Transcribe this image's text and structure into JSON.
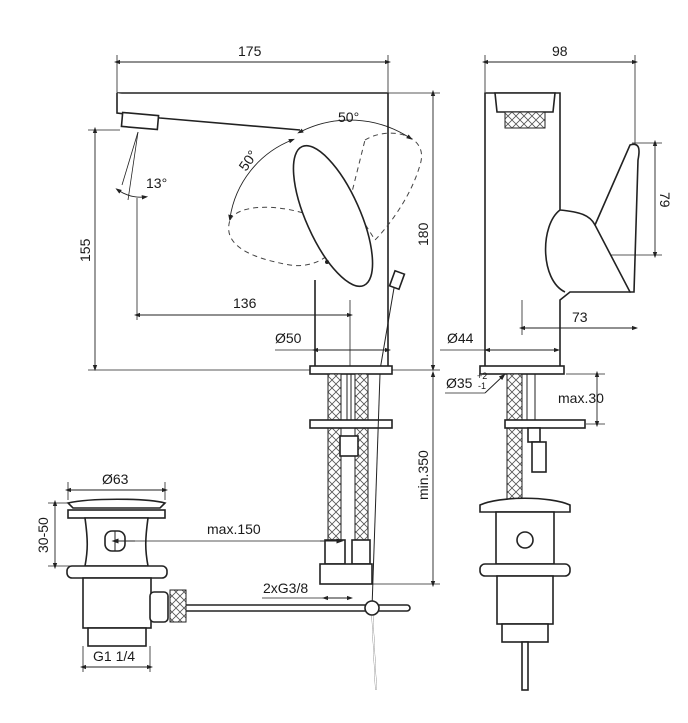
{
  "front_view": {
    "width_175": "175",
    "height_180": "180",
    "spout_height_155": "155",
    "reach_136": "136",
    "base_dia": "Ø50",
    "lever_angle_right": "50°",
    "lever_angle_left": "50°",
    "spray_angle": "13°",
    "min_350": "min.350",
    "connections": "2xG3/8"
  },
  "side_view": {
    "depth_98": "98",
    "lever_79": "79",
    "lever_73": "73",
    "base_dia": "Ø44",
    "hole_dia": "Ø35",
    "hole_tol_plus": "+2",
    "hole_tol_minus": "-1",
    "max_30": "max.30"
  },
  "waste": {
    "dia_63": "Ø63",
    "height_range": "30-50",
    "max_150": "max.150",
    "thread": "G1 1/4"
  }
}
